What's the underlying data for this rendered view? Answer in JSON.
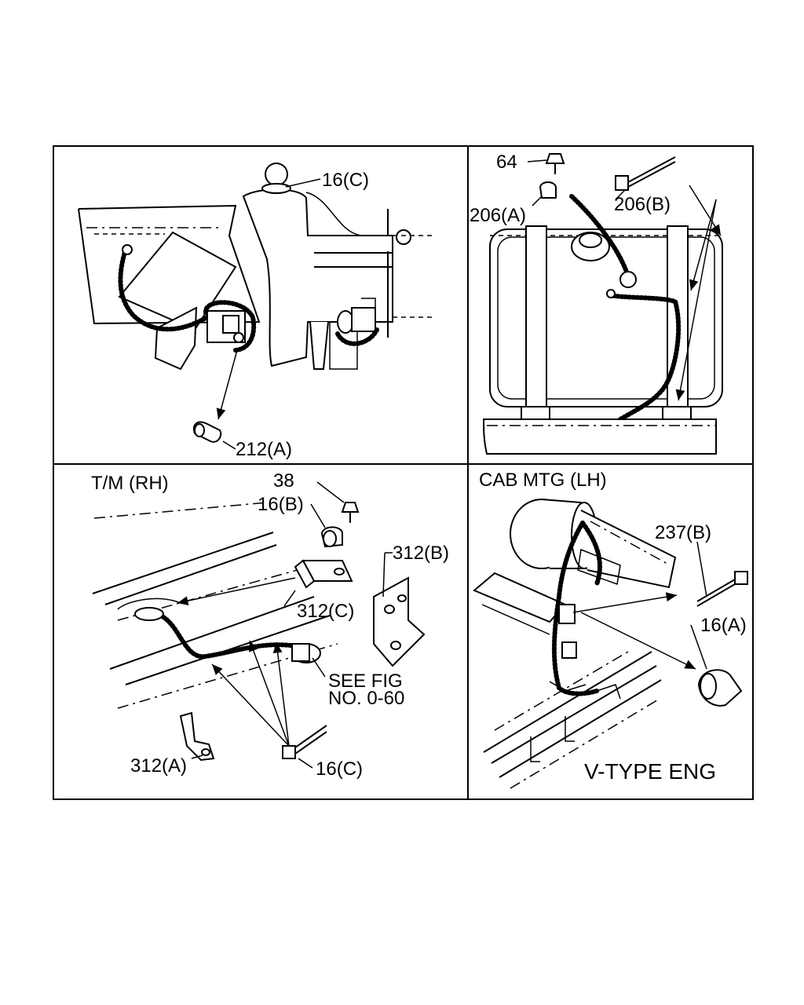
{
  "panels": {
    "top_left": {
      "callouts": {
        "clamp_c": "16(C)",
        "clip_a": "212(A)"
      }
    },
    "top_right": {
      "callouts": {
        "bolt": "64",
        "clip_206a": "206(A)",
        "tie_206b": "206(B)"
      }
    },
    "bottom_left": {
      "title": "T/M (RH)",
      "callouts": {
        "bolt_38": "38",
        "clamp_16b": "16(B)",
        "bracket_312b": "312(B)",
        "bracket_312c": "312(C)",
        "see_fig_line1": "SEE FIG",
        "see_fig_line2": "NO. 0-60",
        "bracket_312a": "312(A)",
        "tie_16c": "16(C)"
      }
    },
    "bottom_right": {
      "title": "CAB MTG (LH)",
      "callouts": {
        "tie_237b": "237(B)",
        "clamp_16a": "16(A)"
      },
      "caption": "V-TYPE ENG"
    }
  }
}
